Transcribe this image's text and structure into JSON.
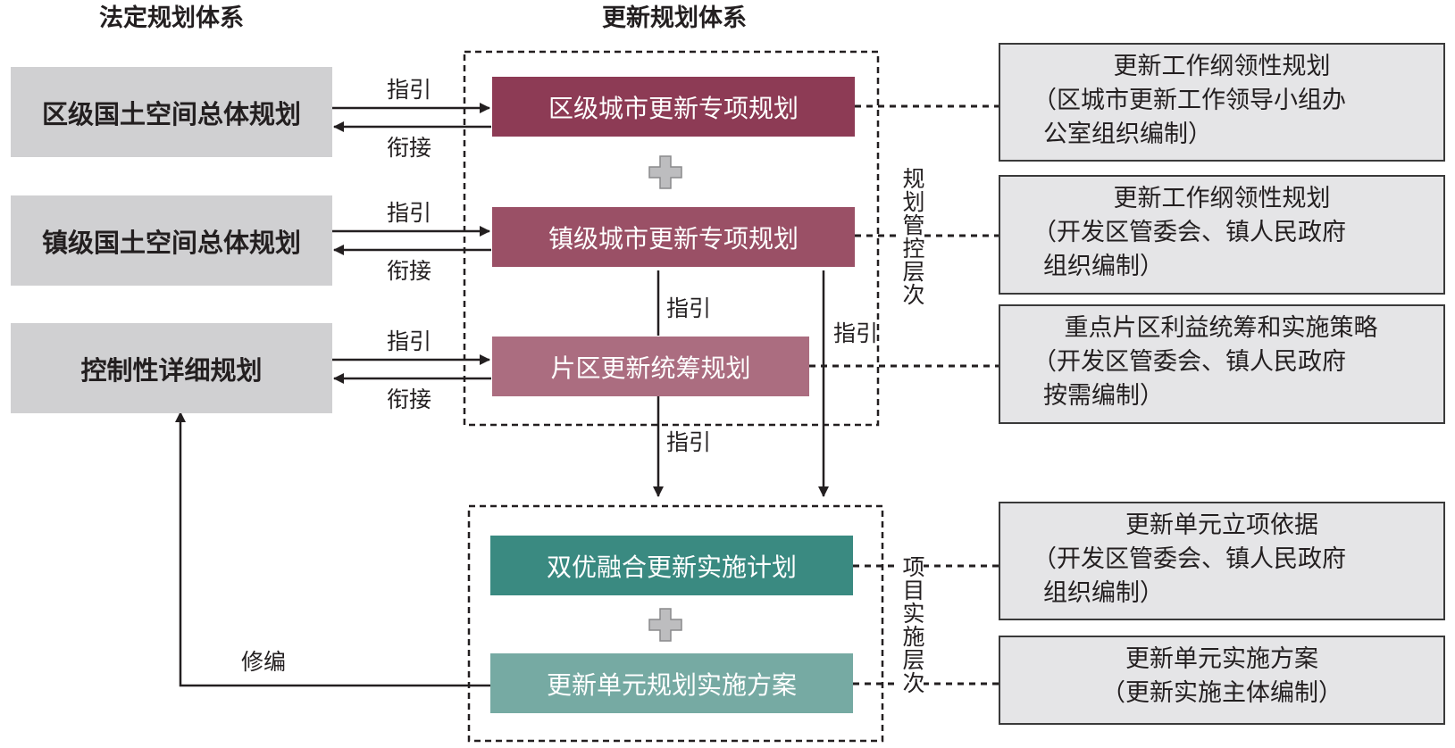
{
  "headings": {
    "legal_system": "法定规划体系",
    "update_system": "更新规划体系"
  },
  "legal_plans": [
    "区级国土空间总体规划",
    "镇级国土空间总体规划",
    "控制性详细规划"
  ],
  "update_plans": [
    "区级城市更新专项规划",
    "镇级城市更新专项规划",
    "片区更新统筹规划",
    "双优融合更新实施计划",
    "更新单元规划实施方案"
  ],
  "notes": [
    [
      "更新工作纲领性规划",
      "（区城市更新工作领导小组办",
      "公室组织编制）"
    ],
    [
      "更新工作纲领性规划",
      "（开发区管委会、镇人民政府",
      "组织编制）"
    ],
    [
      "重点片区利益统筹和实施策略",
      "（开发区管委会、镇人民政府",
      "按需编制）"
    ],
    [
      "更新单元立项依据",
      "（开发区管委会、镇人民政府",
      "组织编制）"
    ],
    [
      "更新单元实施方案",
      "（更新实施主体编制）"
    ]
  ],
  "relation_labels": {
    "guide": "指引",
    "connect": "衔接",
    "revise": "修编"
  },
  "levels": {
    "planning_control": "规划管控层次",
    "project_implementation": "项目实施层次"
  },
  "colors": {
    "legal_box": "#d0d0d2",
    "district_plan": "#8d3b55",
    "town_plan": "#9a5066",
    "area_plan": "#ab6d80",
    "implementation_plan": "#3a8a81",
    "unit_plan": "#76aaa3",
    "note_box": "#e5e5e7",
    "plus_icon": "#bdbdbf"
  },
  "icons": {
    "plus": "plus-icon",
    "arrow": "arrow-head-icon"
  }
}
